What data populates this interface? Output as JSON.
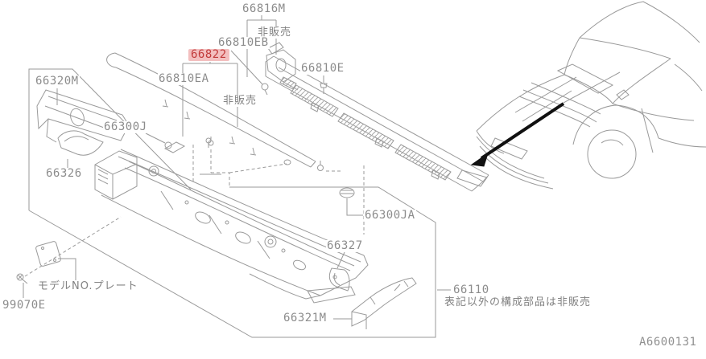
{
  "diagram": {
    "type": "parts-exploded-view",
    "subject": "cowl panel / ventilator assembly",
    "drawing_number": "A6600131",
    "not_sold_label": "非販売",
    "footer_part": "66110",
    "footer_note": "表記以外の構成部品は非販売",
    "highlighted_part": "66822",
    "colors": {
      "line": "#9a9a9a",
      "label": "#8c8c8c",
      "highlight_text": "#c23b3b",
      "highlight_bg": "#f3bfbf",
      "arrow": "#111111"
    }
  },
  "labels": {
    "l66816M": "66816M",
    "notsold1": "非販売",
    "l66810EB": "66810EB",
    "l66822": "66822",
    "l66810EA": "66810EA",
    "l66810E": "66810E",
    "notsold2": "非販売",
    "l66320M": "66320M",
    "l66300J": "66300J",
    "l66326": "66326",
    "l66300JA": "66300JA",
    "l66327": "66327",
    "l66321M": "66321M",
    "l66110": "66110",
    "note66110": "表記以外の構成部品は非販売",
    "modelplate": "モデルNO.プレート",
    "l99070E": "99070E",
    "code": "A6600131"
  }
}
